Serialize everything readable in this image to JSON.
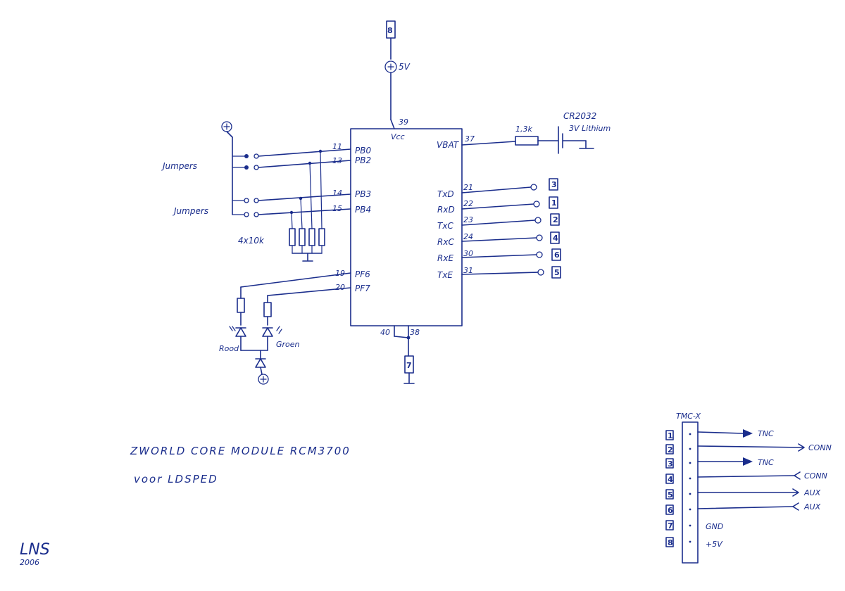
{
  "supply": {
    "connector": "8",
    "voltage": "5V",
    "vcc_pin": "39",
    "vcc_label": "Vcc"
  },
  "left_pins": [
    {
      "num": "11",
      "label": "PB0"
    },
    {
      "num": "13",
      "label": "PB2"
    },
    {
      "num": "14",
      "label": "PB3"
    },
    {
      "num": "15",
      "label": "PB4"
    },
    {
      "num": "19",
      "label": "PF6"
    },
    {
      "num": "20",
      "label": "PF7"
    }
  ],
  "right_pins": [
    {
      "num": "21",
      "label": "TxD",
      "connector": "3"
    },
    {
      "num": "22",
      "label": "RxD",
      "connector": "1"
    },
    {
      "num": "23",
      "label": "TxC",
      "connector": "2"
    },
    {
      "num": "24",
      "label": "RxC",
      "connector": "4"
    },
    {
      "num": "30",
      "label": "RxE",
      "connector": "6"
    },
    {
      "num": "31",
      "label": "TxE",
      "connector": "5"
    }
  ],
  "battery": {
    "pin": "37",
    "pin_label": "VBAT",
    "resistor": "1,3k",
    "cell": "CR2032",
    "cell_desc": "3V Lithium"
  },
  "ground": {
    "pin_a": "40",
    "pin_b": "38",
    "connector": "7"
  },
  "jumpers": {
    "label_top": "Jumpers",
    "label_bottom": "Jumpers",
    "pullups": "4x10k"
  },
  "leds": {
    "red": "Rood",
    "green": "Groen"
  },
  "titles": {
    "line1": "ZWORLD CORE MODULE   RCM3700",
    "line2": "voor LDSPED"
  },
  "signature": {
    "initials": "LNS",
    "year": "2006"
  },
  "connector_x": {
    "title": "TMC-X",
    "pins": [
      {
        "num": "1",
        "signal": "TNC"
      },
      {
        "num": "2",
        "signal": "CONN"
      },
      {
        "num": "3",
        "signal": "TNC"
      },
      {
        "num": "4",
        "signal": "CONN"
      },
      {
        "num": "5",
        "signal": "AUX"
      },
      {
        "num": "6",
        "signal": "AUX"
      },
      {
        "num": "7",
        "signal": "GND"
      },
      {
        "num": "8",
        "signal": "+5V"
      }
    ]
  }
}
